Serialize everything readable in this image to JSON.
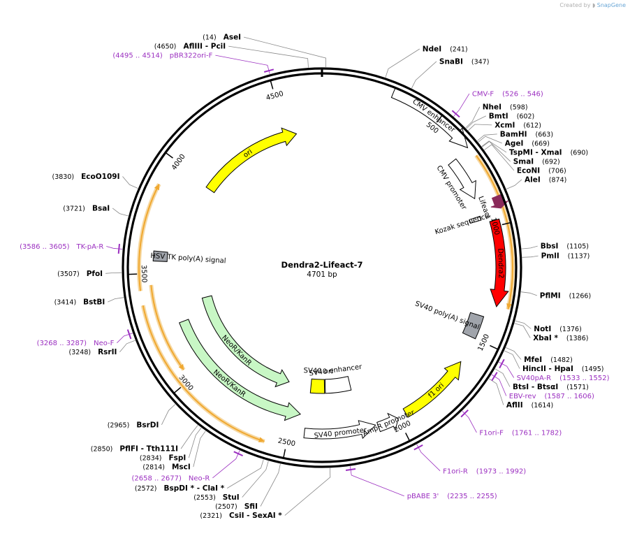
{
  "app": {
    "credit_prefix": "Created by",
    "credit_brand": "SnapGene"
  },
  "plasmid": {
    "name": "Dendra2-Lifeact-7",
    "size_label": "4701 bp",
    "length": 4701
  },
  "colors": {
    "backbone": "#000000",
    "primer": "#9b2fc0",
    "yellow": "#ffff00",
    "red": "#ff0000",
    "green": "#c8f7c5",
    "gray": "#a0a4ab",
    "orange": "#f0a830",
    "maroon": "#8a2a5a",
    "white": "#ffffff"
  },
  "ticks": [
    {
      "pos": 500,
      "label": "500"
    },
    {
      "pos": 1000,
      "label": "1000"
    },
    {
      "pos": 1500,
      "label": "1500"
    },
    {
      "pos": 2000,
      "label": "2000"
    },
    {
      "pos": 2500,
      "label": "2500"
    },
    {
      "pos": 3000,
      "label": "3000"
    },
    {
      "pos": 3500,
      "label": "3500"
    },
    {
      "pos": 4000,
      "label": "4000"
    },
    {
      "pos": 4500,
      "label": "4500"
    }
  ],
  "sites": [
    {
      "pos": 14,
      "name": "AseI",
      "pos_label": "(14)"
    },
    {
      "pos": 4650,
      "name": "AflIII - PciI",
      "pos_label": "(4650)"
    },
    {
      "pos": 241,
      "name": "NdeI",
      "pos_label": "(241)"
    },
    {
      "pos": 347,
      "name": "SnaBI",
      "pos_label": "(347)"
    },
    {
      "pos": 598,
      "name": "NheI",
      "pos_label": "(598)"
    },
    {
      "pos": 602,
      "name": "BmtI",
      "pos_label": "(602)"
    },
    {
      "pos": 612,
      "name": "XcmI",
      "pos_label": "(612)"
    },
    {
      "pos": 663,
      "name": "BamHI",
      "pos_label": "(663)"
    },
    {
      "pos": 669,
      "name": "AgeI",
      "pos_label": "(669)"
    },
    {
      "pos": 690,
      "name": "TspMI - XmaI",
      "pos_label": "(690)"
    },
    {
      "pos": 692,
      "name": "SmaI",
      "pos_label": "(692)"
    },
    {
      "pos": 706,
      "name": "EcoNI",
      "pos_label": "(706)"
    },
    {
      "pos": 874,
      "name": "AleI",
      "pos_label": "(874)"
    },
    {
      "pos": 1105,
      "name": "BbsI",
      "pos_label": "(1105)"
    },
    {
      "pos": 1137,
      "name": "PmlI",
      "pos_label": "(1137)"
    },
    {
      "pos": 1266,
      "name": "PflMI",
      "pos_label": "(1266)"
    },
    {
      "pos": 1376,
      "name": "NotI",
      "pos_label": "(1376)"
    },
    {
      "pos": 1386,
      "name": "XbaI *",
      "pos_label": "(1386)"
    },
    {
      "pos": 1482,
      "name": "MfeI",
      "pos_label": "(1482)"
    },
    {
      "pos": 1495,
      "name": "HincII - HpaI",
      "pos_label": "(1495)"
    },
    {
      "pos": 1571,
      "name": "BtsI - BtsαI",
      "pos_label": "(1571)"
    },
    {
      "pos": 1614,
      "name": "AflII",
      "pos_label": "(1614)"
    },
    {
      "pos": 2321,
      "name": "CsiI - SexAI *",
      "pos_label": "(2321)"
    },
    {
      "pos": 2507,
      "name": "SfiI",
      "pos_label": "(2507)"
    },
    {
      "pos": 2553,
      "name": "StuI",
      "pos_label": "(2553)"
    },
    {
      "pos": 2572,
      "name": "BspDI * - ClaI *",
      "pos_label": "(2572)"
    },
    {
      "pos": 2814,
      "name": "MscI",
      "pos_label": "(2814)"
    },
    {
      "pos": 2834,
      "name": "FspI",
      "pos_label": "(2834)"
    },
    {
      "pos": 2850,
      "name": "PflFI - Tth111I",
      "pos_label": "(2850)"
    },
    {
      "pos": 2965,
      "name": "BsrDI",
      "pos_label": "(2965)"
    },
    {
      "pos": 3248,
      "name": "RsrII",
      "pos_label": "(3248)"
    },
    {
      "pos": 3414,
      "name": "BstBI",
      "pos_label": "(3414)"
    },
    {
      "pos": 3507,
      "name": "PfoI",
      "pos_label": "(3507)"
    },
    {
      "pos": 3721,
      "name": "BsaI",
      "pos_label": "(3721)"
    },
    {
      "pos": 3830,
      "name": "EcoO109I",
      "pos_label": "(3830)"
    }
  ],
  "primers": [
    {
      "pos": 536,
      "name": "CMV-F",
      "range": "(526 .. 546)"
    },
    {
      "pos": 1542,
      "name": "SV40pA-R",
      "range": "(1533 .. 1552)"
    },
    {
      "pos": 1596,
      "name": "EBV-rev",
      "range": "(1587 .. 1606)"
    },
    {
      "pos": 1771,
      "name": "F1ori-F",
      "range": "(1761 .. 1782)"
    },
    {
      "pos": 1982,
      "name": "F1ori-R",
      "range": "(1973 .. 1992)"
    },
    {
      "pos": 2245,
      "name": "pBABE 3'",
      "range": "(2235 .. 2255)"
    },
    {
      "pos": 2667,
      "name": "Neo-R",
      "range": "(2658 .. 2677)"
    },
    {
      "pos": 3277,
      "name": "Neo-F",
      "range": "(3268 .. 3287)"
    },
    {
      "pos": 3595,
      "name": "TK-pA-R",
      "range": "(3586 .. 3605)"
    },
    {
      "pos": 4504,
      "name": "pBR322ori-F",
      "range": "(4495 .. 4514)"
    }
  ],
  "features": [
    {
      "name": "CMV enhancer",
      "start": 290,
      "end": 660,
      "r": 270,
      "type": "arrow",
      "color": "white",
      "stroke": "black",
      "dir": 1
    },
    {
      "name": "CMV promoter",
      "start": 665,
      "end": 858,
      "r": 240,
      "type": "arrow",
      "color": "white",
      "stroke": "black",
      "dir": 1
    },
    {
      "name": "Lifeact",
      "start": 885,
      "end": 935,
      "r": 270,
      "type": "arrow",
      "color": "maroon",
      "stroke": "maroon",
      "dir": 1
    },
    {
      "name": "Kozak sequence",
      "start": 940,
      "end": 958,
      "r": 230,
      "type": "tick",
      "color": "white",
      "stroke": "black",
      "dir": 0
    },
    {
      "name": "Dendra2",
      "start": 975,
      "end": 1340,
      "r": 256,
      "type": "arrow",
      "color": "red",
      "stroke": "black",
      "dir": 1
    },
    {
      "name": "SV40 poly(A) signal",
      "start": 1395,
      "end": 1500,
      "r": 232,
      "type": "box",
      "color": "gray",
      "stroke": "black",
      "dir": 0
    },
    {
      "name": "f1 ori",
      "start": 1620,
      "end": 1960,
      "r": 240,
      "type": "arrow",
      "color": "yellow",
      "stroke": "black",
      "dir": -1
    },
    {
      "name": "AmpR promoter",
      "start": 2000,
      "end": 2095,
      "r": 242,
      "type": "arrow",
      "color": "white",
      "stroke": "black",
      "dir": -1
    },
    {
      "name": "SV40 promoter",
      "start": 2105,
      "end": 2430,
      "r": 238,
      "type": "arrow",
      "color": "white",
      "stroke": "black",
      "dir": -1
    },
    {
      "name": "SV40 enhancer",
      "start": 2175,
      "end": 2330,
      "r": 170,
      "type": "box",
      "color": "white",
      "stroke": "black",
      "dir": 0
    },
    {
      "name": "SV40 ori",
      "start": 2335,
      "end": 2420,
      "r": 170,
      "type": "box",
      "color": "yellow",
      "stroke": "black",
      "dir": 0
    },
    {
      "name": "NeoR/KanR",
      "start": 2460,
      "end": 3250,
      "r": 212,
      "type": "arrow",
      "color": "green",
      "stroke": "black",
      "dir": -1
    },
    {
      "name": "NeoR/KanR",
      "start": 2560,
      "end": 3340,
      "r": 170,
      "type": "arrow",
      "color": "green",
      "stroke": "black",
      "dir": -1
    },
    {
      "name": "HSV TK poly(A) signal",
      "start": 3555,
      "end": 3600,
      "r": 232,
      "type": "box",
      "color": "gray",
      "stroke": "black",
      "dir": 0
    },
    {
      "name": "ori",
      "start": 3980,
      "end": 4560,
      "r": 195,
      "type": "arrow",
      "color": "yellow",
      "stroke": "black",
      "dir": 1
    }
  ],
  "orfs": [
    {
      "start": 705,
      "end": 1340,
      "r": 273,
      "dir": 1
    },
    {
      "start": 2590,
      "end": 3370,
      "r": 262,
      "dir": -1
    },
    {
      "start": 3430,
      "end": 3880,
      "r": 262,
      "dir": 1
    },
    {
      "start": 3050,
      "end": 3450,
      "r": 246,
      "dir": -1
    }
  ]
}
